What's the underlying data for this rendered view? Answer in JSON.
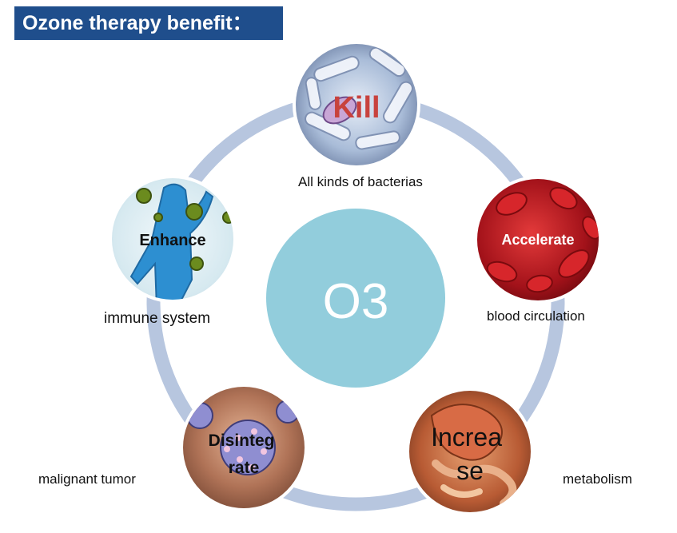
{
  "title": "Ozone therapy benefit：",
  "center": {
    "label": "O3"
  },
  "nodes": [
    {
      "id": "kill",
      "label": "Kill",
      "caption": "All kinds of bacterias",
      "theme": "bacteria"
    },
    {
      "id": "accelerate",
      "label": "Accelerate",
      "caption": "blood circulation",
      "theme": "blood-cells"
    },
    {
      "id": "increase",
      "label_line1": "Increa",
      "label_line2": "se",
      "caption": "metabolism",
      "theme": "digestive-organs"
    },
    {
      "id": "disintegrate",
      "label_line1": "Disinteg",
      "label_line2": "rate",
      "caption": "malignant tumor",
      "theme": "tumor-cells"
    },
    {
      "id": "enhance",
      "label": "Enhance",
      "caption": "immune system",
      "theme": "immune-body-virus"
    }
  ],
  "colors": {
    "title_bg": "#1f4e8c",
    "ring": "#b7c6df",
    "center_fill": "#92cddc",
    "center_text": "#ffffff"
  }
}
